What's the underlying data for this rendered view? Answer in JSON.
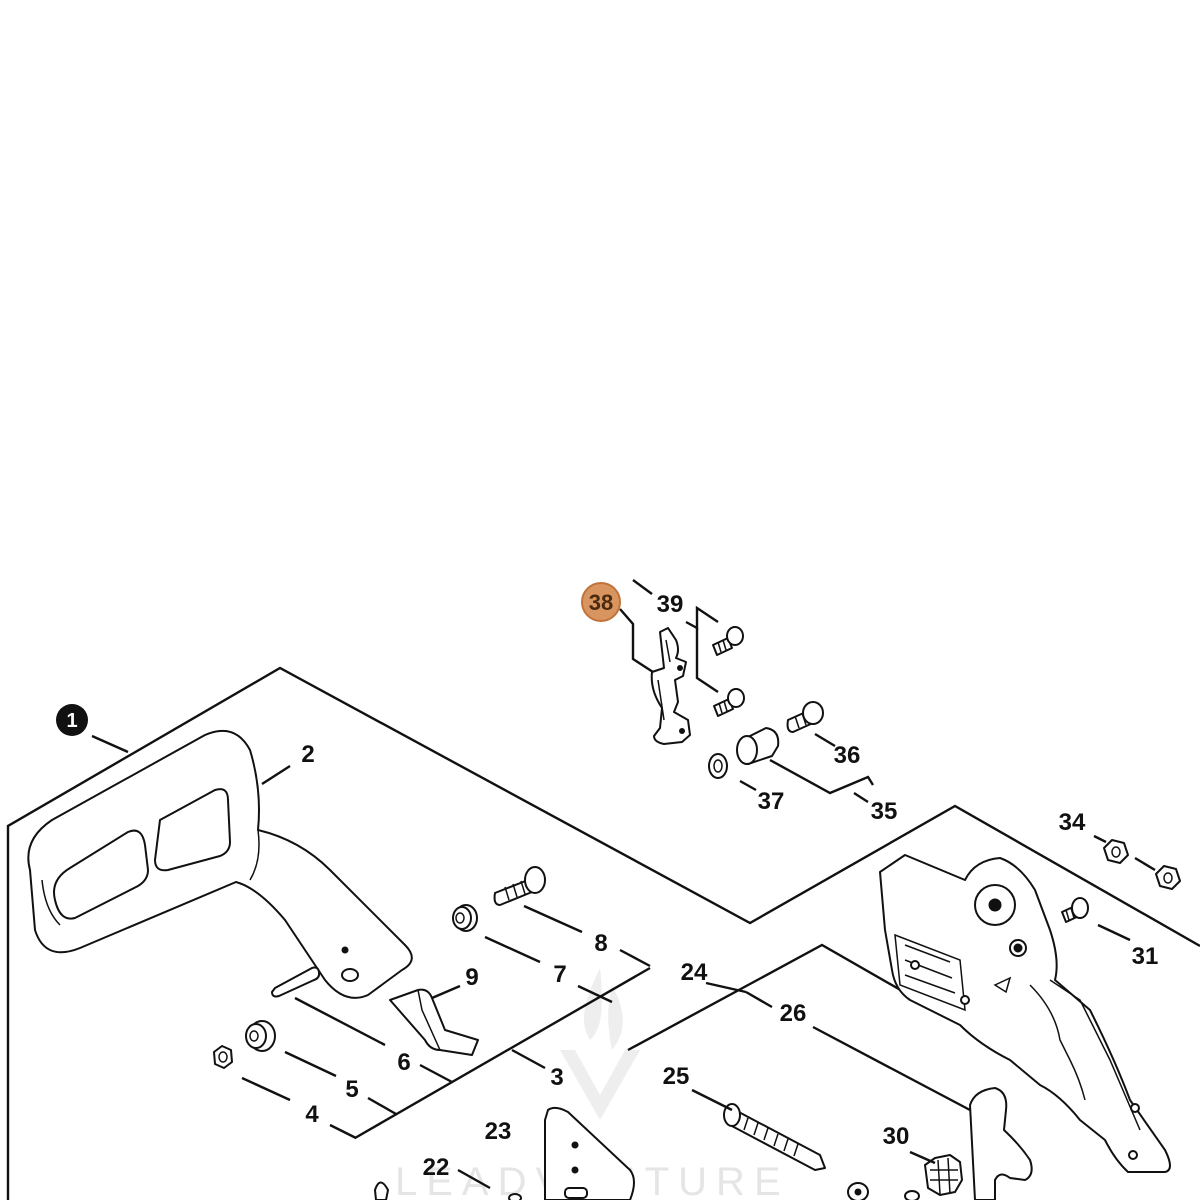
{
  "diagram": {
    "highlight_color": "#d9955f",
    "highlight_stroke": "#c0733a",
    "assembly_label": "1",
    "highlighted_part": "38",
    "callouts": {
      "c2": "2",
      "c3": "3",
      "c4": "4",
      "c5": "5",
      "c6": "6",
      "c7": "7",
      "c8": "8",
      "c9": "9",
      "c22": "22",
      "c23": "23",
      "c24": "24",
      "c25": "25",
      "c26": "26",
      "c30": "30",
      "c31": "31",
      "c34": "34",
      "c35": "35",
      "c36": "36",
      "c37": "37",
      "c38": "38",
      "c39": "39"
    },
    "watermark": "LEADVENTURE"
  }
}
